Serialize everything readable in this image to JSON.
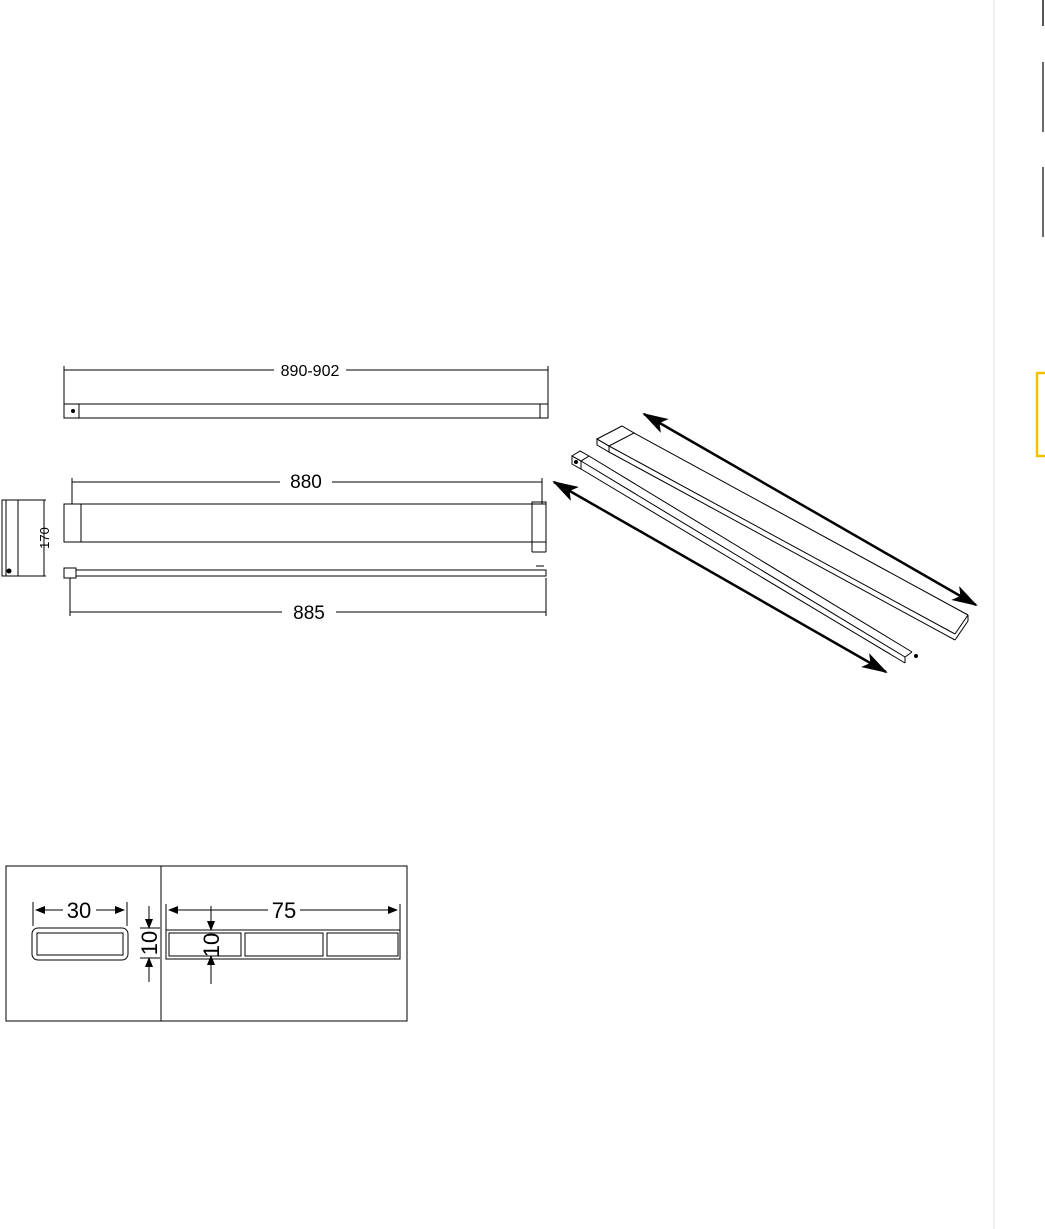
{
  "drawing": {
    "dims": {
      "top_bar_length": "890-902",
      "middle_bar_length": "880",
      "bottom_bar_length": "885",
      "side_height": "170",
      "profile_width_small": "30",
      "profile_height_small": "10",
      "profile_width_large": "75",
      "profile_height_large": "10"
    }
  },
  "colors": {
    "line": "#000000",
    "sidebar_border": "#e6e6e6",
    "highlight_box": "#f2c200"
  }
}
